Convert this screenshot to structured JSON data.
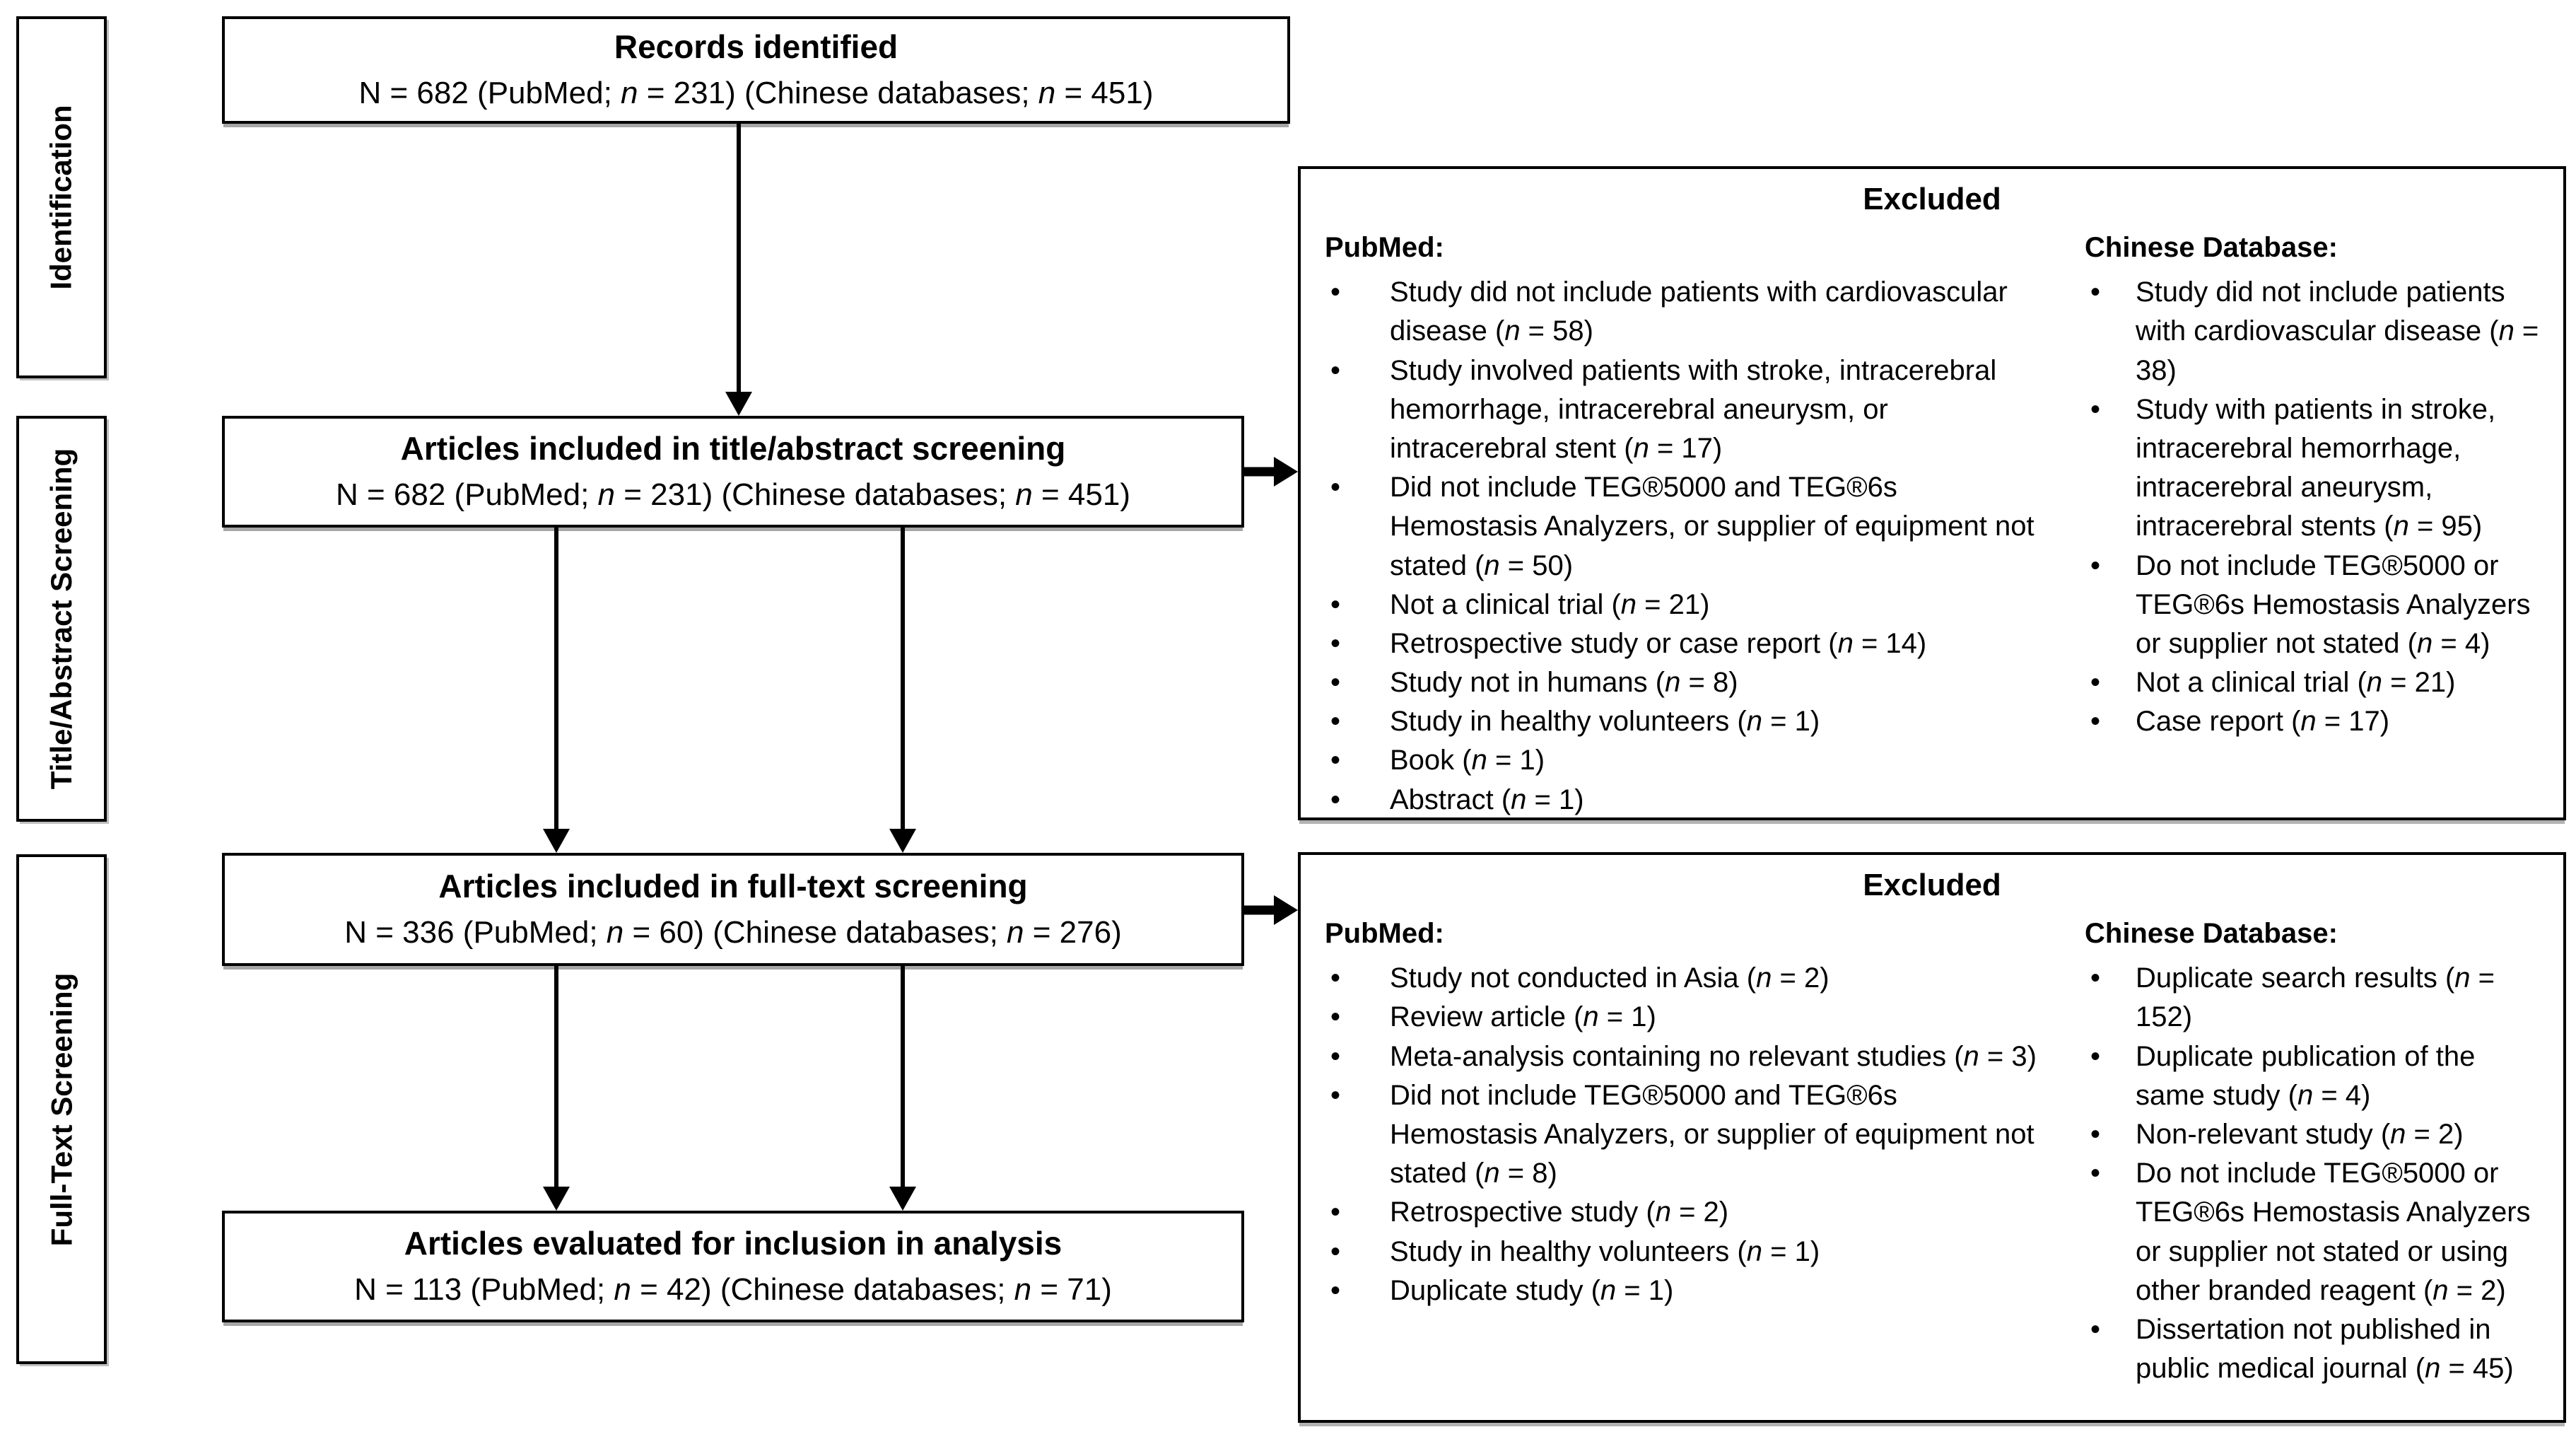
{
  "palette": {
    "ink": "#000000",
    "background": "#ffffff"
  },
  "sidebar": {
    "stages": [
      {
        "label": "Identification"
      },
      {
        "label": "Title/Abstract Screening"
      },
      {
        "label": "Full-Text Screening"
      }
    ]
  },
  "flow": {
    "boxes": [
      {
        "title": "Records identified",
        "stat": "N = 682 (PubMed; n = 231) (Chinese databases; n = 451)"
      },
      {
        "title": "Articles included in title/abstract screening",
        "stat": "N = 682 (PubMed; n = 231) (Chinese databases; n = 451)"
      },
      {
        "title": "Articles included in full-text screening",
        "stat": "N = 336 (PubMed; n = 60) (Chinese databases; n = 276)"
      },
      {
        "title": "Articles evaluated for inclusion in analysis",
        "stat": "N = 113 (PubMed; n = 42) (Chinese databases; n = 71)"
      }
    ]
  },
  "excluded_boxes": [
    {
      "title": "Excluded",
      "columns": [
        {
          "heading": "PubMed:",
          "items": [
            "Study did not include patients with cardiovascular disease (n = 58)",
            "Study involved patients with stroke, intracerebral hemorrhage, intracerebral aneurysm, or intracerebral stent (n = 17)",
            "Did not include TEG®5000 and TEG®6s Hemostasis Analyzers, or supplier of equipment not stated (n = 50)",
            "Not a clinical trial (n = 21)",
            "Retrospective study or case report (n = 14)",
            "Study not in humans (n = 8)",
            "Study in healthy volunteers (n = 1)",
            "Book (n = 1)",
            "Abstract (n = 1)"
          ]
        },
        {
          "heading": "Chinese Database:",
          "items": [
            "Study did not include patients with cardiovascular disease (n = 38)",
            "Study with patients in stroke, intracerebral hemorrhage, intracerebral aneurysm, intracerebral stents (n = 95)",
            "Do not include TEG®5000 or TEG®6s Hemostasis Analyzers or supplier not stated (n = 4)",
            "Not a clinical trial (n = 21)",
            "Case report (n = 17)"
          ]
        }
      ]
    },
    {
      "title": "Excluded",
      "columns": [
        {
          "heading": "PubMed:",
          "items": [
            "Study not conducted in Asia (n = 2)",
            "Review article (n = 1)",
            "Meta-analysis containing no relevant studies (n = 3)",
            "Did not include TEG®5000 and TEG®6s Hemostasis Analyzers, or supplier of equipment not stated (n = 8)",
            "Retrospective study (n = 2)",
            "Study in healthy volunteers (n = 1)",
            "Duplicate study (n = 1)"
          ]
        },
        {
          "heading": "Chinese Database:",
          "items": [
            "Duplicate search results (n = 152)",
            "Duplicate publication of the same study (n = 4)",
            "Non-relevant study (n = 2)",
            "Do not include TEG®5000 or TEG®6s Hemostasis Analyzers or supplier not stated or using other branded reagent (n = 2)",
            "Dissertation not published in public medical journal (n = 45)"
          ]
        }
      ]
    }
  ]
}
